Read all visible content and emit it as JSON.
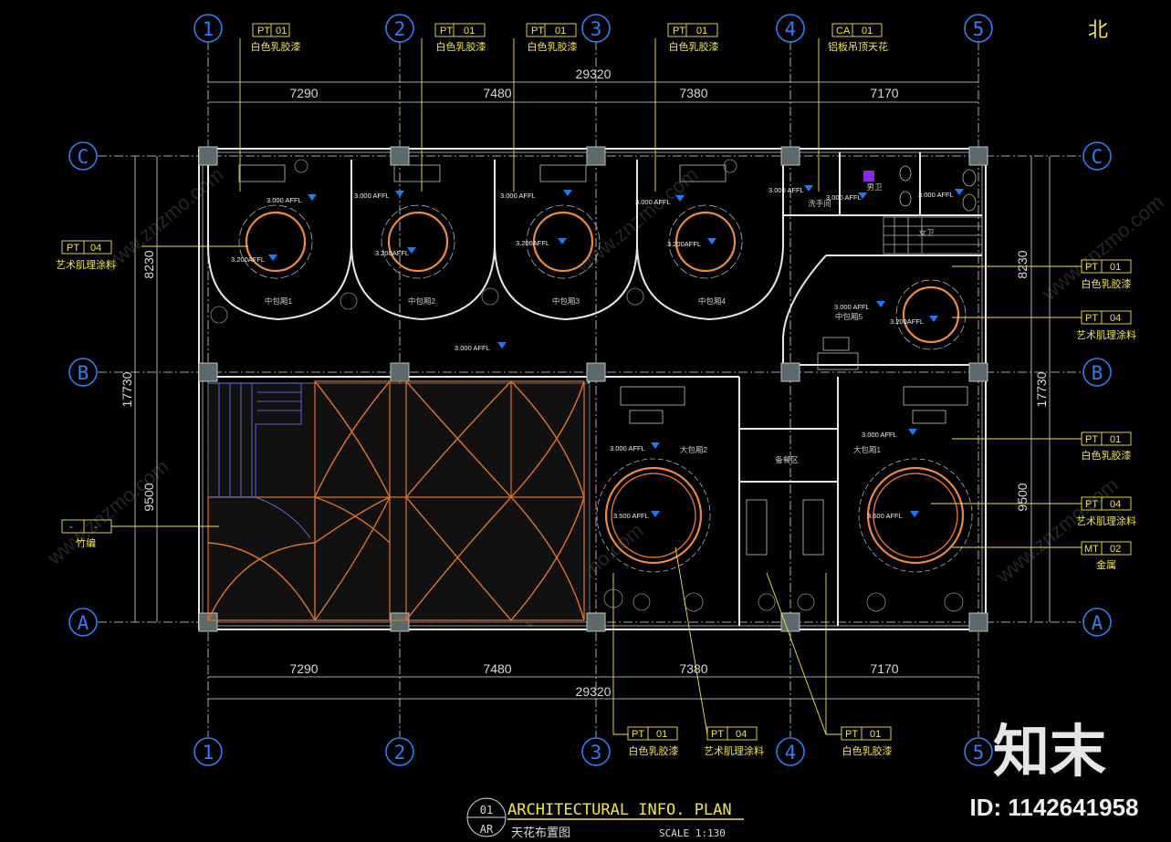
{
  "grid": {
    "columns": [
      "1",
      "2",
      "3",
      "4",
      "5"
    ],
    "rows": [
      "C",
      "B",
      "A"
    ]
  },
  "north_label": "北",
  "dimensions": {
    "top_total": "29320",
    "top_spans": [
      "7290",
      "7480",
      "7380",
      "7170"
    ],
    "bottom_total": "29320",
    "bottom_spans": [
      "7290",
      "7480",
      "7380",
      "7170"
    ],
    "left_total": "17730",
    "left_spans": [
      "8230",
      "9500"
    ],
    "right_total": "17730",
    "right_spans": [
      "8230",
      "9500"
    ]
  },
  "top_tags": [
    {
      "code": "PT",
      "num": "01",
      "label": "白色乳胶漆"
    },
    {
      "code": "PT",
      "num": "01",
      "label": "白色乳胶漆"
    },
    {
      "code": "PT",
      "num": "01",
      "label": "白色乳胶漆"
    },
    {
      "code": "PT",
      "num": "01",
      "label": "白色乳胶漆"
    },
    {
      "code": "CA",
      "num": "01",
      "label": "铝板吊顶天花"
    }
  ],
  "left_tags": [
    {
      "code": "PT",
      "num": "04",
      "label": "艺术肌理涂料"
    },
    {
      "code": "-",
      "num": "-",
      "label": "竹编"
    }
  ],
  "right_tags": [
    {
      "code": "PT",
      "num": "01",
      "label": "白色乳胶漆"
    },
    {
      "code": "PT",
      "num": "04",
      "label": "艺术肌理涂料"
    },
    {
      "code": "PT",
      "num": "01",
      "label": "白色乳胶漆"
    },
    {
      "code": "PT",
      "num": "04",
      "label": "艺术肌理涂料"
    },
    {
      "code": "MT",
      "num": "02",
      "label": "金属"
    }
  ],
  "bottom_tags": [
    {
      "code": "PT",
      "num": "01",
      "label": "白色乳胶漆"
    },
    {
      "code": "PT",
      "num": "04",
      "label": "艺术肌理涂料"
    },
    {
      "code": "PT",
      "num": "01",
      "label": "白色乳胶漆"
    }
  ],
  "rooms": [
    "中包厢1",
    "中包厢2",
    "中包厢3",
    "中包厢4",
    "中包厢5",
    "大包厢2",
    "大包厢1",
    "备餐区",
    "女卫",
    "男卫",
    "洗手间"
  ],
  "elevations": {
    "e3000": "3.000 AFFL",
    "e3200": "3.200AFFL",
    "e3500": "3.500 AFFL",
    "e3600": "3.600 AFFL"
  },
  "title_block": {
    "number": "01",
    "sheet": "AR",
    "title": "ARCHITECTURAL INFO. PLAN",
    "subtitle": "天花布置图",
    "scale": "SCALE 1:130"
  },
  "watermark": {
    "brand": "知末",
    "id": "ID: 1142641958",
    "site": "www.znzmo.com"
  },
  "colors": {
    "background": "#000000",
    "grid_bubble": "#2f7df6",
    "tag_yellow": "#f2e640",
    "ceiling_orange": "#e0722a"
  }
}
